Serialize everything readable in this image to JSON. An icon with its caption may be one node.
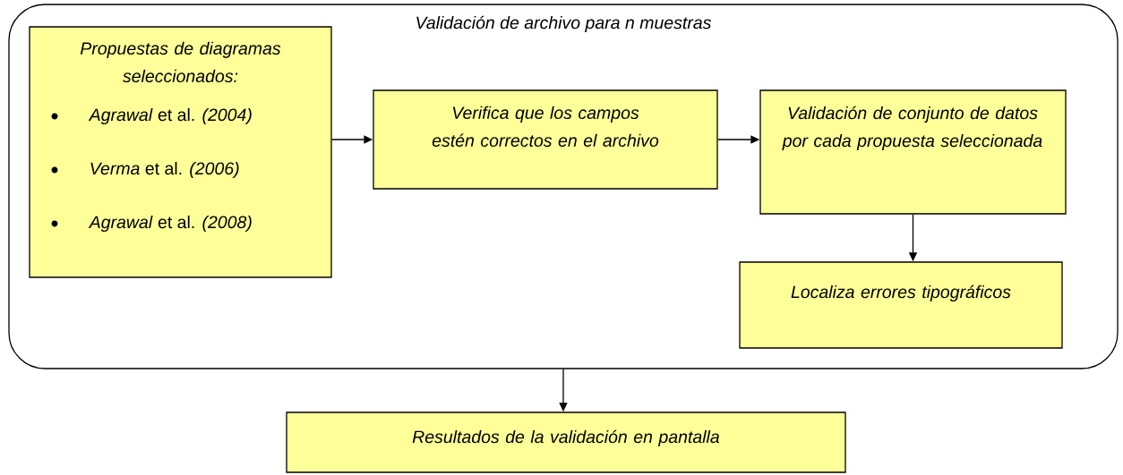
{
  "diagram": {
    "nodes": [
      {
        "text": [
          "Validación de archivo para n muestras"
        ]
      },
      {
        "text": [
          "Propuestas de diagramas seleccionados:",
          "*Agrawal* et al. *(2004)*",
          "*Verma* et al. *(2006)*",
          "*Agrawal* et al. *(2008)*"
        ],
        "in": 0
      },
      {
        "text": [
          "Verifica que los campos estén correctos en el archivo"
        ],
        "in": 0
      },
      {
        "text": [
          "Validación de conjunto de datos por cada propuesta seleccionada"
        ],
        "in": 0
      },
      {
        "text": [
          "Localiza errores tipográficos"
        ],
        "in": 0
      },
      {
        "text": [
          "Resultados de la validación en pantalla"
        ]
      }
    ],
    "edges": [
      {
        "from": 1,
        "to": 2,
        "arrow": "to"
      },
      {
        "from": 2,
        "to": 3,
        "arrow": "to"
      },
      {
        "from": 3,
        "to": 4,
        "arrow": "to"
      },
      {
        "from": 0,
        "to": 5,
        "arrow": "to"
      }
    ]
  }
}
